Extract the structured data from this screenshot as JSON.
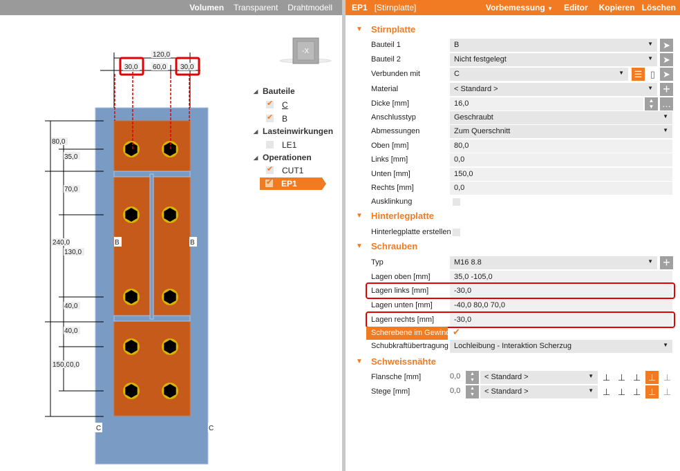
{
  "view_bar": {
    "items": [
      "Volumen",
      "Transparent",
      "Drahtmodell"
    ],
    "active": "Volumen"
  },
  "view_cube": {
    "label": "-X"
  },
  "tree": {
    "groups": [
      {
        "label": "Bauteile",
        "items": [
          {
            "label": "C",
            "checked": true
          },
          {
            "label": "B",
            "checked": true
          }
        ]
      },
      {
        "label": "Lasteinwirkungen",
        "items": [
          {
            "label": "LE1",
            "checked": false
          }
        ]
      },
      {
        "label": "Operationen",
        "items": [
          {
            "label": "CUT1",
            "checked": true
          },
          {
            "label": "EP1",
            "checked": true,
            "selected": true
          }
        ]
      }
    ]
  },
  "drawing": {
    "dims_top": {
      "total": "120,0",
      "left": "30,0",
      "mid": "60,0",
      "right": "30,0"
    },
    "dims_left": {
      "d80": "80,0",
      "d35": "35,0",
      "d70": "70,0",
      "d240": "240,0",
      "d130": "130,0",
      "d40a": "40,0",
      "d40b": "40,0",
      "d150": "150,0",
      "d100": "0,0"
    },
    "member_labels": {
      "beam": "B",
      "column": "C"
    }
  },
  "header": {
    "id": "EP1",
    "type": "[Stirnplatte]",
    "menu": [
      "Vorbemessung",
      "Editor",
      "Kopieren",
      "Löschen"
    ]
  },
  "sections": {
    "stirnplatte": {
      "title": "Stirnplatte",
      "rows": {
        "bauteil1": {
          "label": "Bauteil 1",
          "value": "B"
        },
        "bauteil2": {
          "label": "Bauteil 2",
          "value": "Nicht festgelegt"
        },
        "verbunden": {
          "label": "Verbunden mit",
          "value": "C"
        },
        "material": {
          "label": "Material",
          "value": "< Standard >"
        },
        "dicke": {
          "label": "Dicke [mm]",
          "value": "16,0"
        },
        "anschluss": {
          "label": "Anschlusstyp",
          "value": "Geschraubt"
        },
        "abm": {
          "label": "Abmessungen",
          "value": "Zum Querschnitt"
        },
        "oben": {
          "label": "Oben [mm]",
          "value": "80,0"
        },
        "links": {
          "label": "Links [mm]",
          "value": "0,0"
        },
        "unten": {
          "label": "Unten [mm]",
          "value": "150,0"
        },
        "rechts": {
          "label": "Rechts [mm]",
          "value": "0,0"
        },
        "ausklinkung": {
          "label": "Ausklinkung",
          "checked": false
        }
      }
    },
    "hinterleg": {
      "title": "Hinterlegplatte",
      "rows": {
        "erstellen": {
          "label": "Hinterlegplatte erstellen",
          "checked": false
        }
      }
    },
    "schrauben": {
      "title": "Schrauben",
      "rows": {
        "typ": {
          "label": "Typ",
          "value": "M16 8.8"
        },
        "lagen_oben": {
          "label": "Lagen oben [mm]",
          "value": "35,0 -105,0"
        },
        "lagen_links": {
          "label": "Lagen links [mm]",
          "value": "-30,0"
        },
        "lagen_unten": {
          "label": "Lagen unten [mm]",
          "value": "-40,0 80,0 70,0"
        },
        "lagen_rechts": {
          "label": "Lagen rechts [mm]",
          "value": "-30,0"
        },
        "scherebene": {
          "label": "Scherebene im Gewinde",
          "checked": true
        },
        "schub": {
          "label": "Schubkraftübertragung",
          "value": "Lochleibung - Interaktion Scherzug"
        }
      }
    },
    "schweiss": {
      "title": "Schweissnähte",
      "rows": {
        "flansche": {
          "label": "Flansche [mm]",
          "size": "0,0",
          "value": "< Standard >"
        },
        "stege": {
          "label": "Stege [mm]",
          "size": "0,0",
          "value": "< Standard >"
        }
      }
    }
  },
  "colors": {
    "accent": "#f07b23",
    "plate": "#c55a1a",
    "column": "#7a9cc4",
    "highlight": "#e30000"
  }
}
